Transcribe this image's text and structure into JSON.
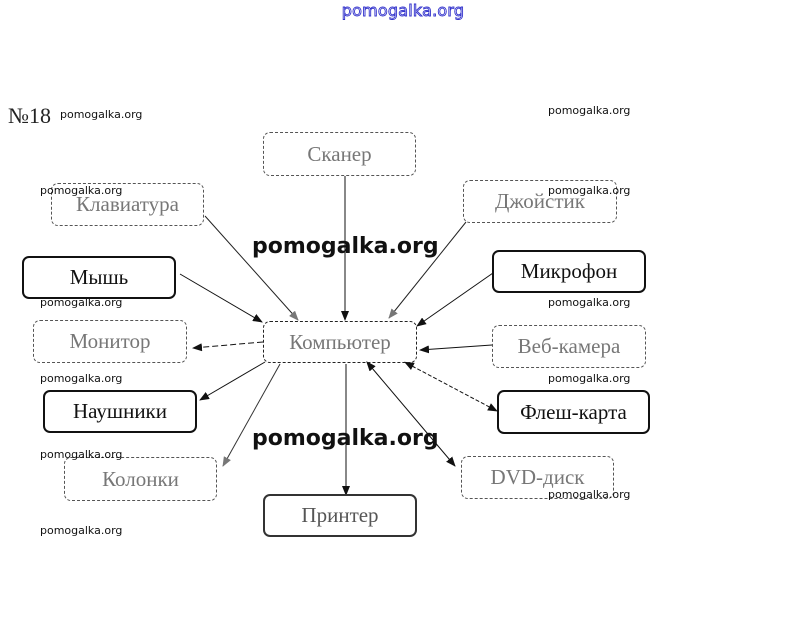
{
  "header": {
    "site_watermark": "pomogalka.org",
    "task_number": "№18"
  },
  "watermarks": {
    "small": "pomogalka.org",
    "large": "pomogalka.org"
  },
  "diagram": {
    "center": {
      "id": "computer",
      "label": "Компьютер",
      "style": "faded"
    },
    "nodes": [
      {
        "id": "scanner",
        "label": "Сканер",
        "style": "faded",
        "direction": "input"
      },
      {
        "id": "keyboard",
        "label": "Клавиатура",
        "style": "faded",
        "direction": "input"
      },
      {
        "id": "joystick",
        "label": "Джойстик",
        "style": "faded",
        "direction": "input"
      },
      {
        "id": "mouse",
        "label": "Мышь",
        "style": "solid",
        "direction": "input"
      },
      {
        "id": "microphone",
        "label": "Микрофон",
        "style": "solid",
        "direction": "input"
      },
      {
        "id": "monitor",
        "label": "Монитор",
        "style": "faded",
        "direction": "output"
      },
      {
        "id": "webcam",
        "label": "Веб-камера",
        "style": "faded",
        "direction": "input"
      },
      {
        "id": "headphones",
        "label": "Наушники",
        "style": "solid",
        "direction": "output"
      },
      {
        "id": "flash",
        "label": "Флеш-карта",
        "style": "solid",
        "direction": "both"
      },
      {
        "id": "speakers",
        "label": "Колонки",
        "style": "faded",
        "direction": "output"
      },
      {
        "id": "dvd",
        "label": "DVD-диск",
        "style": "faded",
        "direction": "both"
      },
      {
        "id": "printer",
        "label": "Принтер",
        "style": "solid",
        "direction": "output"
      }
    ]
  }
}
